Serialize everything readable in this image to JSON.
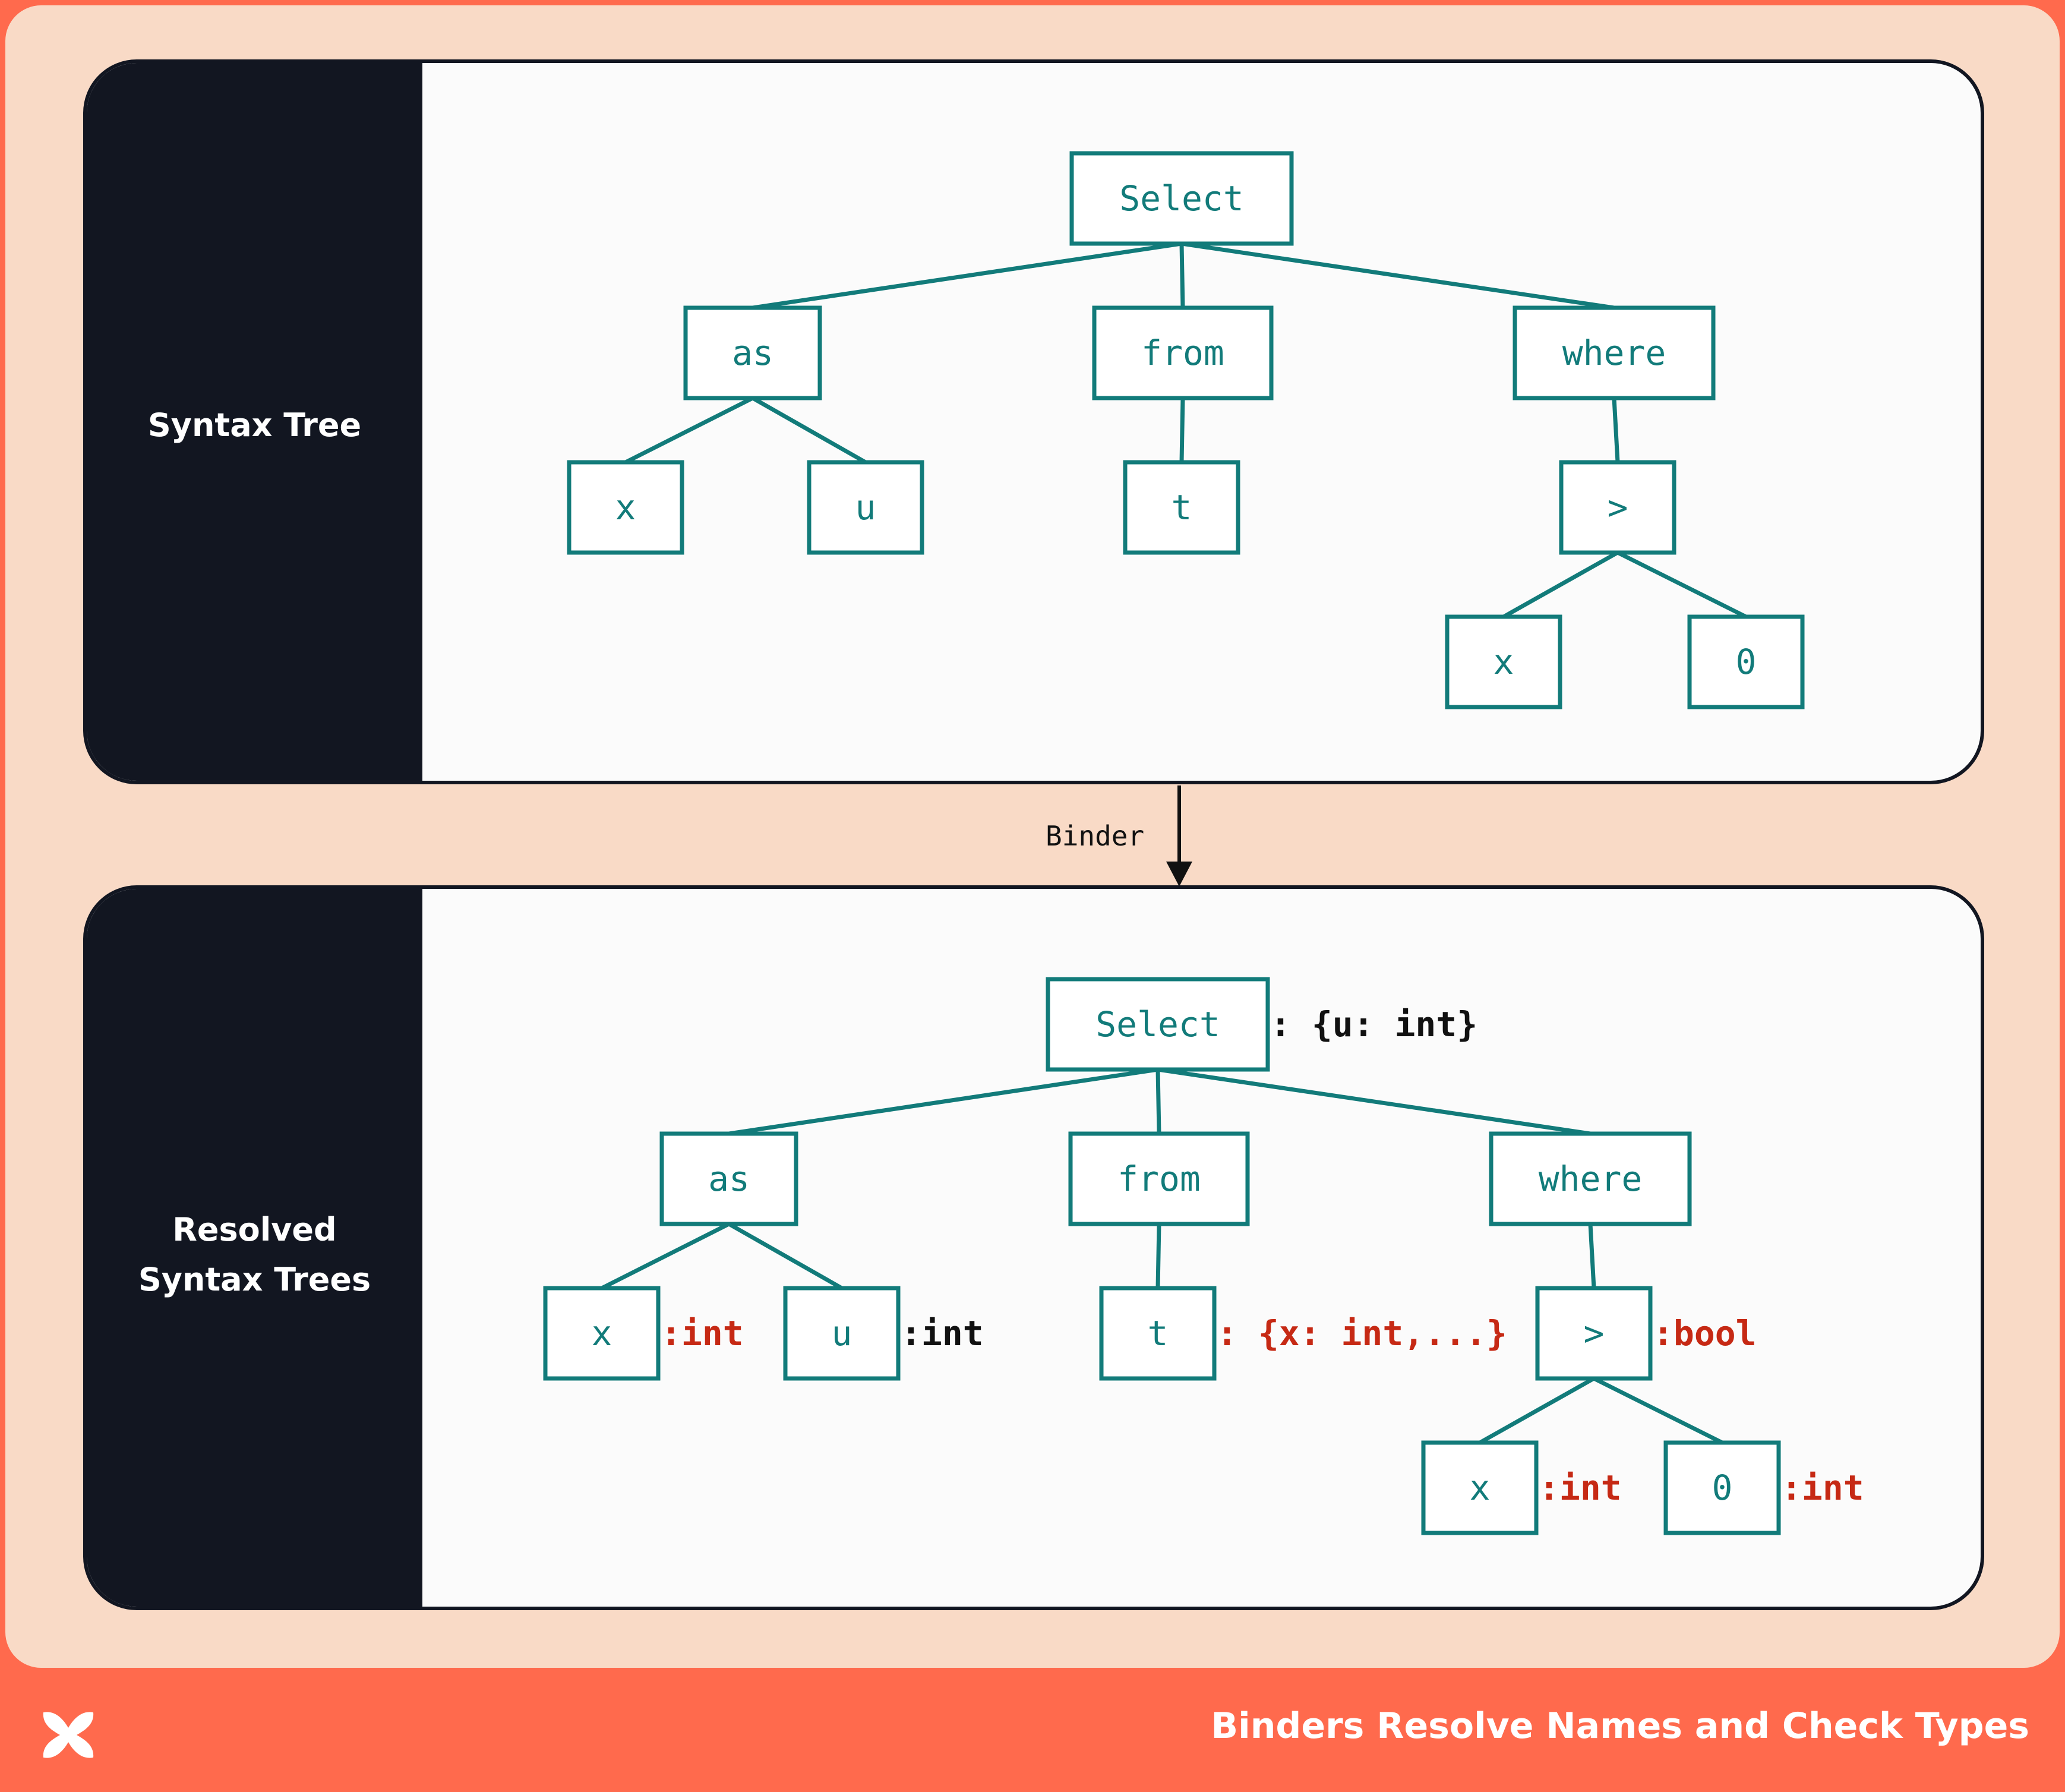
{
  "top_panel": {
    "label_lines": [
      "Syntax Tree"
    ],
    "nodes": [
      "Select",
      "as",
      "from",
      "where",
      "x",
      "u",
      "t",
      ">",
      "x",
      "0"
    ]
  },
  "binder_label": "Binder",
  "bottom_panel": {
    "label_lines": [
      "Resolved",
      "Syntax Trees"
    ],
    "nodes": [
      "Select",
      "as",
      "from",
      "where",
      "x",
      "u",
      "t",
      ">",
      "x",
      "0"
    ],
    "annotations": [
      {
        "node": 0,
        "text": ": {u: int}",
        "color": "#111111"
      },
      {
        "node": 4,
        "text": ":int",
        "color": "#c62914"
      },
      {
        "node": 5,
        "text": ":int",
        "color": "#111111"
      },
      {
        "node": 6,
        "text": ": {x: int,...}",
        "color": "#c62914"
      },
      {
        "node": 7,
        "text": ":bool",
        "color": "#c62914"
      },
      {
        "node": 8,
        "text": ":int",
        "color": "#c62914"
      },
      {
        "node": 9,
        "text": ":int",
        "color": "#c62914"
      }
    ]
  },
  "footer": {
    "title": "Binders Resolve Names and Check Types",
    "logo": "brand-x-logo"
  },
  "colors": {
    "node": "#127b7a",
    "accent_red": "#c62914",
    "panel_dark": "#121621",
    "background": "#f9dac6",
    "footer": "#ff6a4d"
  }
}
